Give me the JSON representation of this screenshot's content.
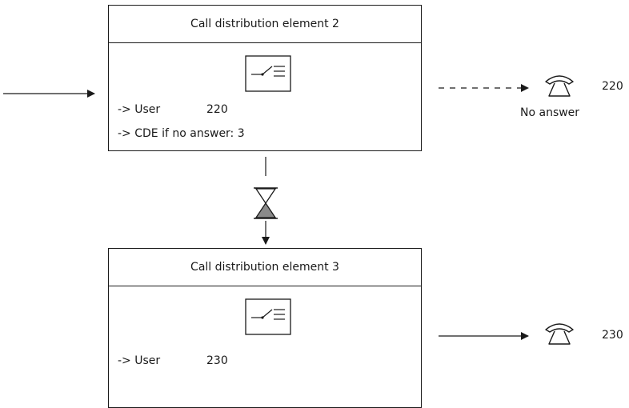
{
  "elements": [
    {
      "title": "Call distribution element 2",
      "user_prefix": "-> User",
      "user_value": "220",
      "noanswer_text": "-> CDE if no answer: 3"
    },
    {
      "title": "Call distribution element 3",
      "user_prefix": "-> User",
      "user_value": "230"
    }
  ],
  "targets": [
    {
      "extension": "220",
      "caption": "No answer",
      "line_style": "dashed"
    },
    {
      "extension": "230",
      "line_style": "solid"
    }
  ],
  "icons": {
    "switch": "call-distribution-switch-icon",
    "phone": "telephone-icon",
    "hourglass": "hourglass-icon"
  }
}
